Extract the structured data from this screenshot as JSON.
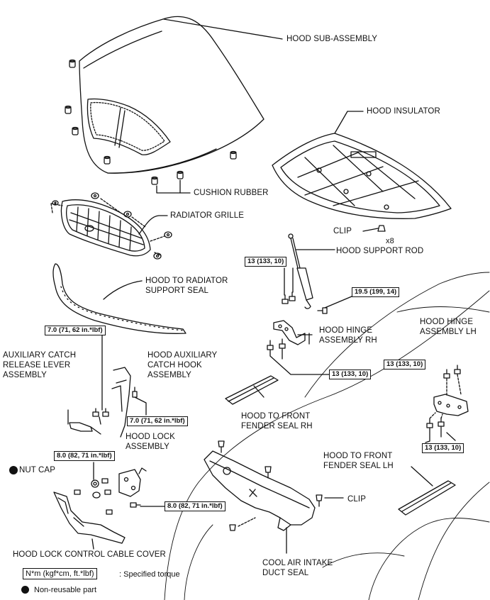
{
  "labels": {
    "hood_sub_assembly": "HOOD SUB-ASSEMBLY",
    "hood_insulator": "HOOD INSULATOR",
    "cushion_rubber": "CUSHION RUBBER",
    "radiator_grille": "RADIATOR GRILLE",
    "clip_top": "CLIP",
    "clip_count": "x8",
    "hood_support_rod": "HOOD SUPPORT ROD",
    "hood_to_radiator_support_seal": [
      "HOOD TO RADIATOR",
      "SUPPORT SEAL"
    ],
    "hood_hinge_assembly_lh": [
      "HOOD HINGE",
      "ASSEMBLY LH"
    ],
    "hood_hinge_assembly_rh": [
      "HOOD HINGE",
      "ASSEMBLY RH"
    ],
    "auxiliary_catch_release_lever_assembly": [
      "AUXILIARY CATCH",
      "RELEASE LEVER",
      "ASSEMBLY"
    ],
    "hood_auxiliary_catch_hook_assembly": [
      "HOOD AUXILIARY",
      "CATCH HOOK",
      "ASSEMBLY"
    ],
    "hood_lock_assembly": [
      "HOOD LOCK",
      "ASSEMBLY"
    ],
    "hood_to_front_fender_seal_rh": [
      "HOOD TO FRONT",
      "FENDER SEAL RH"
    ],
    "hood_to_front_fender_seal_lh": [
      "HOOD TO FRONT",
      "FENDER SEAL LH"
    ],
    "nut_cap": "NUT CAP",
    "clip_bottom": "CLIP",
    "hood_lock_control_cable_cover": "HOOD LOCK CONTROL CABLE COVER",
    "cool_air_intake_duct_seal": [
      "COOL AIR INTAKE",
      "DUCT SEAL"
    ]
  },
  "torques": {
    "rod_bolt": "13 (133, 10)",
    "rod_bolt_lower": "19.5 (199, 14)",
    "hinge_rh": "13 (133, 10)",
    "hinge_lh_upper": "13 (133, 10)",
    "hinge_lh_lower": "13 (133, 10)",
    "aux_catch": "7.0 (71, 62 in.*lbf)",
    "hood_lock_side": "7.0 (71, 62 in.*lbf)",
    "hood_lock_upper": "8.0 (82, 71 in.*lbf)",
    "hood_lock_lower": "8.0 (82, 71 in.*lbf)"
  },
  "legend": {
    "torque_box": "N*m (kgf*cm, ft.*lbf)",
    "torque_text": ": Specified torque",
    "non_reusable": "Non-reusable part"
  },
  "colors": {
    "line": "#111111",
    "background": "#ffffff"
  }
}
